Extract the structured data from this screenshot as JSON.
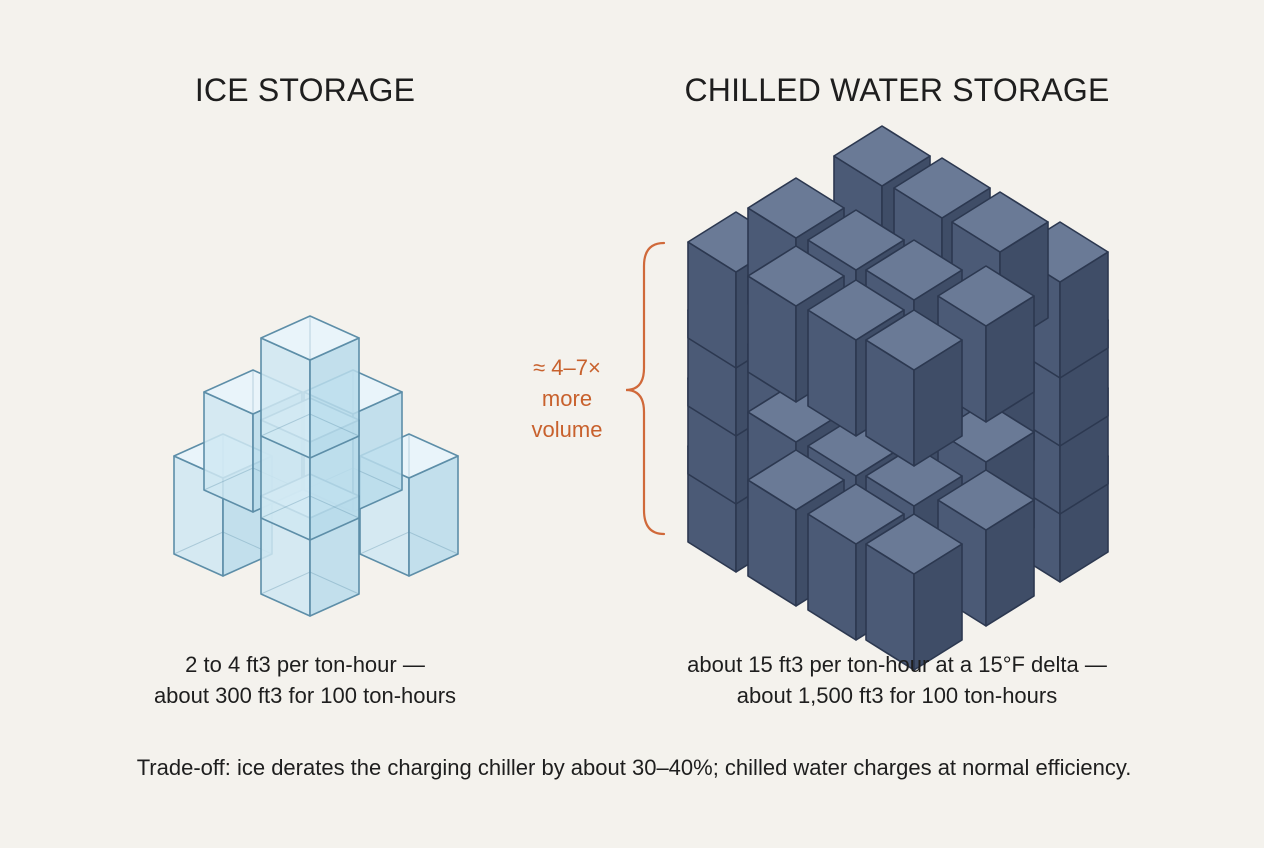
{
  "ice": {
    "title": "ICE STORAGE",
    "caption_line1": "2 to 4 ft3 per ton-hour —",
    "caption_line2": "about 300 ft3 for 100 ton-hours",
    "color": "#d3ebf5"
  },
  "chilled_water": {
    "title": "CHILLED WATER STORAGE",
    "caption_line1": "about 15 ft3 per ton-hour at a 15°F delta —",
    "caption_line2": "about 1,500 ft3 for 100 ton-hours",
    "color": "#4f5f7c"
  },
  "comparison": {
    "line1": "≈ 4–7×",
    "line2": "more",
    "line3": "volume",
    "color": "#c8612d"
  },
  "tradeoff": "Trade-off: ice derates the charging chiller by about 30–40%; chilled water charges at normal efficiency."
}
